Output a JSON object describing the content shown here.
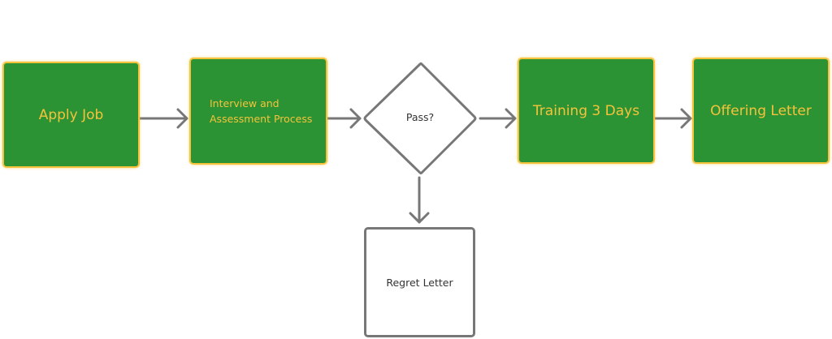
{
  "diagram": {
    "title": "Job Recruitment Flow",
    "nodes": {
      "apply": {
        "label": "Apply Job",
        "shape": "process"
      },
      "interview": {
        "line1": "Interview and",
        "line2": "Assessment Process",
        "shape": "process"
      },
      "decision": {
        "label": "Pass?",
        "shape": "decision"
      },
      "training": {
        "label": "Training 3 Days",
        "shape": "process"
      },
      "offer": {
        "label": "Offering Letter",
        "shape": "process"
      },
      "regret": {
        "line1": "Regret",
        "line2": "Letter",
        "shape": "terminal"
      }
    },
    "edges": [
      {
        "from": "apply",
        "to": "interview"
      },
      {
        "from": "interview",
        "to": "decision"
      },
      {
        "from": "decision",
        "to": "training"
      },
      {
        "from": "training",
        "to": "offer"
      },
      {
        "from": "decision",
        "to": "regret"
      }
    ],
    "colors": {
      "node_fill": "#2c9334",
      "node_border": "#f5c33b",
      "node_text": "#f5c33b",
      "edge": "#777777",
      "outline_text": "#333333"
    }
  }
}
